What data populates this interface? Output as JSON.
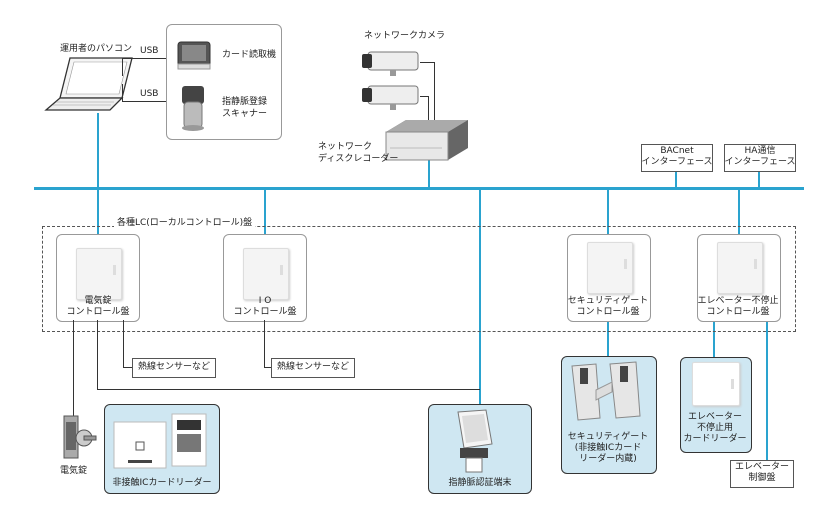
{
  "pc_label": "運用者のパソコン",
  "usb_1": "USB",
  "usb_2": "USB",
  "card_reader_label": "カード読取機",
  "vein_scanner_label": [
    "指静脈登録",
    "スキャナー"
  ],
  "camera_label": "ネットワークカメラ",
  "recorder_label": [
    "ネットワーク",
    "ディスクレコーダー"
  ],
  "bacnet_label": [
    "BACnet",
    "インターフェース"
  ],
  "ha_label": [
    "HA通信",
    "インターフェース"
  ],
  "lc_group_label": "各種LC(ローカルコントロール)盤",
  "panels": {
    "lock": [
      "電気錠",
      "コントロール盤"
    ],
    "io": [
      "I O",
      "コントロール盤"
    ],
    "gate": [
      "セキュリティゲート",
      "コントロール盤"
    ],
    "elevator": [
      "エレベーター不停止",
      "コントロール盤"
    ]
  },
  "sensor_label_1": "熱線センサーなど",
  "sensor_label_2": "熱線センサーなど",
  "electric_lock_label": "電気錠",
  "ic_reader_label": "非接触ICカードリーダー",
  "vein_terminal_label": "指静脈認証端末",
  "gate_label": [
    "セキュリティゲート",
    "(非接触ICカード",
    "リーダー内蔵)"
  ],
  "elevator_reader_label": [
    "エレベーター",
    "不停止用",
    "カードリーダー"
  ],
  "elevator_control_label": [
    "エレベーター",
    "制御盤"
  ],
  "colors": {
    "network_line": "#2aa3cf",
    "device_box": "#cfe7f2",
    "wire": "#333333"
  }
}
